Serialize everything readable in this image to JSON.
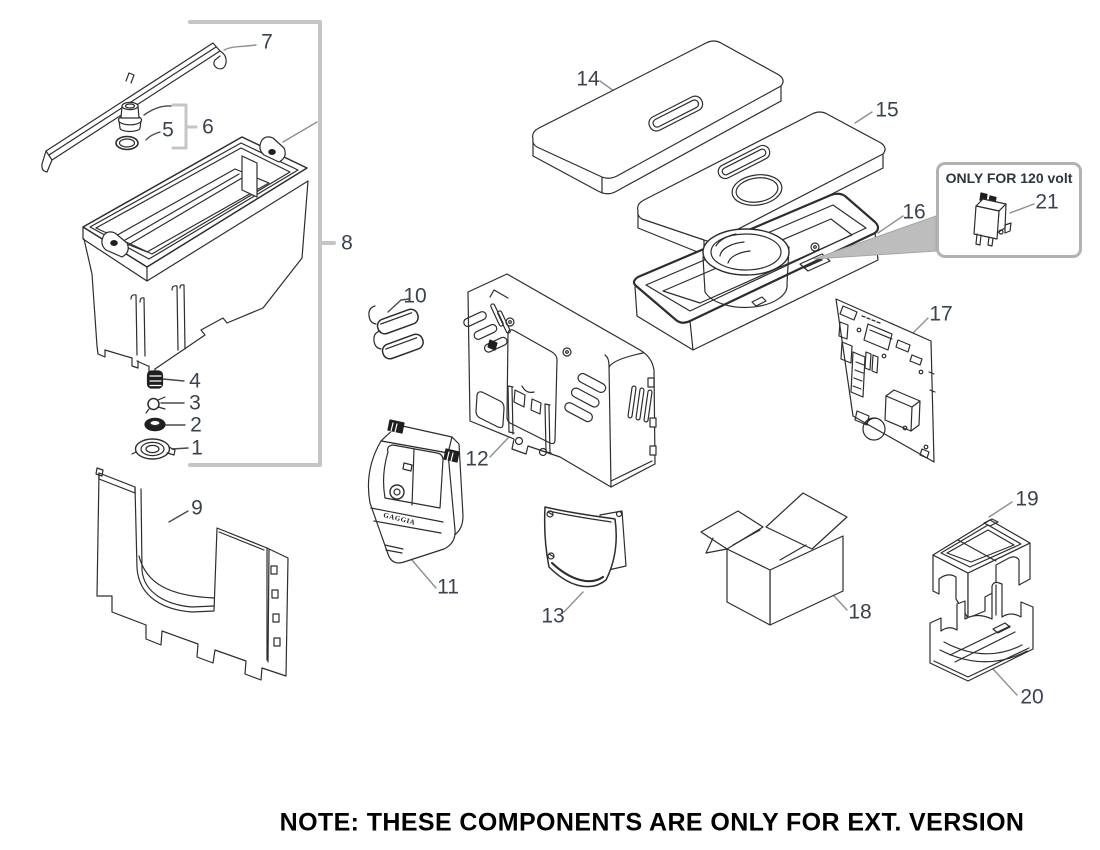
{
  "note": {
    "text": "NOTE: THESE COMPONENTS ARE ONLY FOR EXT. VERSION"
  },
  "inset": {
    "label": "ONLY FOR 120 volt"
  },
  "brand": {
    "label": "GAGGIA"
  },
  "callouts": [
    {
      "label": "1"
    },
    {
      "label": "2"
    },
    {
      "label": "3"
    },
    {
      "label": "4"
    },
    {
      "label": "5"
    },
    {
      "label": "6"
    },
    {
      "label": "7"
    },
    {
      "label": "8"
    },
    {
      "label": "9"
    },
    {
      "label": "10"
    },
    {
      "label": "11"
    },
    {
      "label": "12"
    },
    {
      "label": "13"
    },
    {
      "label": "14"
    },
    {
      "label": "15"
    },
    {
      "label": "16"
    },
    {
      "label": "17"
    },
    {
      "label": "18"
    },
    {
      "label": "19"
    },
    {
      "label": "20"
    },
    {
      "label": "21"
    }
  ],
  "colors": {
    "callout_text": "#3a4250",
    "leader": "#8f8f8f",
    "bracket": "#c5c5c5",
    "line_art": "#2d2d2d",
    "inset_border": "#b2b2b2",
    "arrow_fill": "#bdbdbd",
    "note_text": "#000000",
    "background": "#ffffff"
  }
}
